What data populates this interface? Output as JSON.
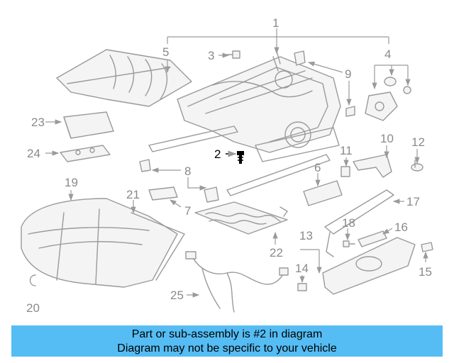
{
  "callouts": [
    "1",
    "2",
    "3",
    "4",
    "5",
    "6",
    "7",
    "8",
    "9",
    "10",
    "11",
    "12",
    "13",
    "14",
    "15",
    "16",
    "17",
    "18",
    "19",
    "20",
    "21",
    "22",
    "23",
    "24",
    "25"
  ],
  "highlighted_callout": "2",
  "colors": {
    "banner_bg": "#55bdf4",
    "line_art": "#9a9a9a",
    "highlight": "#000000"
  },
  "banner": {
    "line1": "Part or sub-assembly is #2 in diagram",
    "line2": "Diagram may not be specific to your vehicle"
  }
}
